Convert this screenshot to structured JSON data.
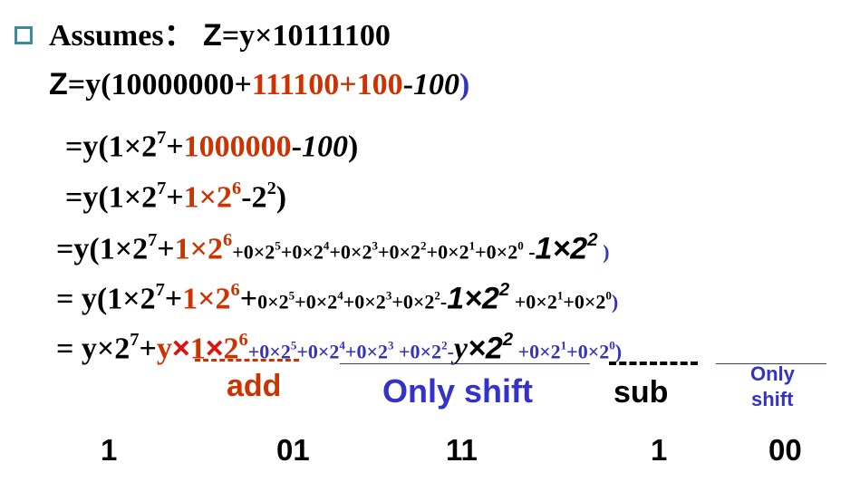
{
  "lines": [
    [
      {
        "text": "Assumes：",
        "style": "k"
      },
      {
        "text": "   Z",
        "style": "k zee"
      },
      {
        "text": "=y×10111100",
        "style": "k"
      }
    ],
    [
      {
        "text": "Z",
        "style": "k zee"
      },
      {
        "text": "=y(10000000+",
        "style": "k"
      },
      {
        "text": "111100+100",
        "style": "r"
      },
      {
        "text": "-",
        "style": "k"
      },
      {
        "text": "100",
        "style": "k i"
      },
      {
        "text": ")",
        "style": "b"
      }
    ],
    [
      {
        "text": "=y(1×2",
        "style": "k"
      },
      {
        "text": "7",
        "style": "k sup"
      },
      {
        "text": "+",
        "style": "k"
      },
      {
        "text": "1000000",
        "style": "r"
      },
      {
        "text": "-",
        "style": "k"
      },
      {
        "text": "100",
        "style": "k i"
      },
      {
        "text": ")",
        "style": "k"
      }
    ],
    [
      {
        "text": "=y(1×2",
        "style": "k"
      },
      {
        "text": "7",
        "style": "k sup"
      },
      {
        "text": "+",
        "style": "k"
      },
      {
        "text": "1×2",
        "style": "r"
      },
      {
        "text": "6",
        "style": "r sup"
      },
      {
        "text": "-2",
        "style": "k"
      },
      {
        "text": "2",
        "style": "k sup"
      },
      {
        "text": ")",
        "style": "k"
      }
    ],
    [
      {
        "text": "=y(1×2",
        "style": "k"
      },
      {
        "text": "7",
        "style": "k sup"
      },
      {
        "text": "+",
        "style": "k"
      },
      {
        "text": "1×2",
        "style": "r"
      },
      {
        "text": "6",
        "style": "r sup"
      },
      {
        "text": "+0×2",
        "style": "k sm"
      },
      {
        "text": "5",
        "style": "k smsup"
      },
      {
        "text": "+0×2",
        "style": "k sm"
      },
      {
        "text": "4",
        "style": "k smsup"
      },
      {
        "text": "+0×2",
        "style": "k sm"
      },
      {
        "text": "3",
        "style": "k smsup"
      },
      {
        "text": "+0×2",
        "style": "k sm"
      },
      {
        "text": "2",
        "style": "k smsup"
      },
      {
        "text": "+0×2",
        "style": "k sm"
      },
      {
        "text": "1",
        "style": "k smsup"
      },
      {
        "text": "+0×2",
        "style": "k sm"
      },
      {
        "text": "0",
        "style": "k smsup"
      },
      {
        "text": " -",
        "style": "k sm"
      },
      {
        "text": "1×2",
        "style": "k i sans"
      },
      {
        "text": "2",
        "style": "k i sans sup"
      },
      {
        "text": "  )",
        "style": "b sm"
      }
    ],
    [
      {
        "text": "= y(1×2",
        "style": "k"
      },
      {
        "text": "7",
        "style": "k sup"
      },
      {
        "text": "+",
        "style": "k"
      },
      {
        "text": "1×2",
        "style": "r"
      },
      {
        "text": "6",
        "style": "r sup"
      },
      {
        "text": "+",
        "style": "k"
      },
      {
        "text": "0×2",
        "style": "k sm"
      },
      {
        "text": "5",
        "style": "k smsup"
      },
      {
        "text": "+0×2",
        "style": "k sm"
      },
      {
        "text": "4",
        "style": "k smsup"
      },
      {
        "text": "+0×2",
        "style": "k sm"
      },
      {
        "text": "3",
        "style": "k smsup"
      },
      {
        "text": "+0×2",
        "style": "k sm"
      },
      {
        "text": "2",
        "style": "k smsup"
      },
      {
        "text": "-",
        "style": "k sm"
      },
      {
        "text": "1×2",
        "style": "k i sans"
      },
      {
        "text": "2",
        "style": "k i sans sup"
      },
      {
        "text": " +0×2",
        "style": "k sm"
      },
      {
        "text": "1",
        "style": "k smsup"
      },
      {
        "text": "+0×2",
        "style": "k sm"
      },
      {
        "text": "0",
        "style": "k smsup"
      },
      {
        "text": ")",
        "style": "b sm"
      }
    ],
    [
      {
        "text": "= y×2",
        "style": "k"
      },
      {
        "text": "7",
        "style": "k sup"
      },
      {
        "text": "+",
        "style": "k"
      },
      {
        "text": "y",
        "style": "r"
      },
      {
        "text": "×",
        "style": "rr sans"
      },
      {
        "text": "1",
        "style": "r"
      },
      {
        "text": "×",
        "style": "rr sans"
      },
      {
        "text": "2",
        "style": "r"
      },
      {
        "text": "6",
        "style": "r sup"
      },
      {
        "text": "+0×2",
        "style": "b sm"
      },
      {
        "text": "5",
        "style": "b smsup"
      },
      {
        "text": "+0×2",
        "style": "b sm"
      },
      {
        "text": "4",
        "style": "b smsup"
      },
      {
        "text": "+0×2",
        "style": "b sm"
      },
      {
        "text": "3",
        "style": "b smsup"
      },
      {
        "text": " +0×2",
        "style": "b sm"
      },
      {
        "text": "2",
        "style": "b smsup"
      },
      {
        "text": "-",
        "style": "b sm"
      },
      {
        "text": "y",
        "style": "k i"
      },
      {
        "text": "×2",
        "style": "k i sans"
      },
      {
        "text": "2",
        "style": "k i sans sup"
      },
      {
        "text": "  +0×2",
        "style": "b sm"
      },
      {
        "text": "1",
        "style": "b smsup"
      },
      {
        "text": "+0×2",
        "style": "b sm"
      },
      {
        "text": "0",
        "style": "b smsup"
      },
      {
        "text": ")",
        "style": "b sm"
      }
    ]
  ],
  "labels": {
    "add": "add",
    "only_shift": "Only shift",
    "sub": "sub",
    "only": "Only",
    "shift": "shift"
  },
  "bits": [
    "1",
    "01",
    "11",
    "1",
    "00"
  ],
  "colors": {
    "accent_red": "#cc3300",
    "accent_blue": "#3333bb",
    "bullet": "#3a8aa0"
  }
}
